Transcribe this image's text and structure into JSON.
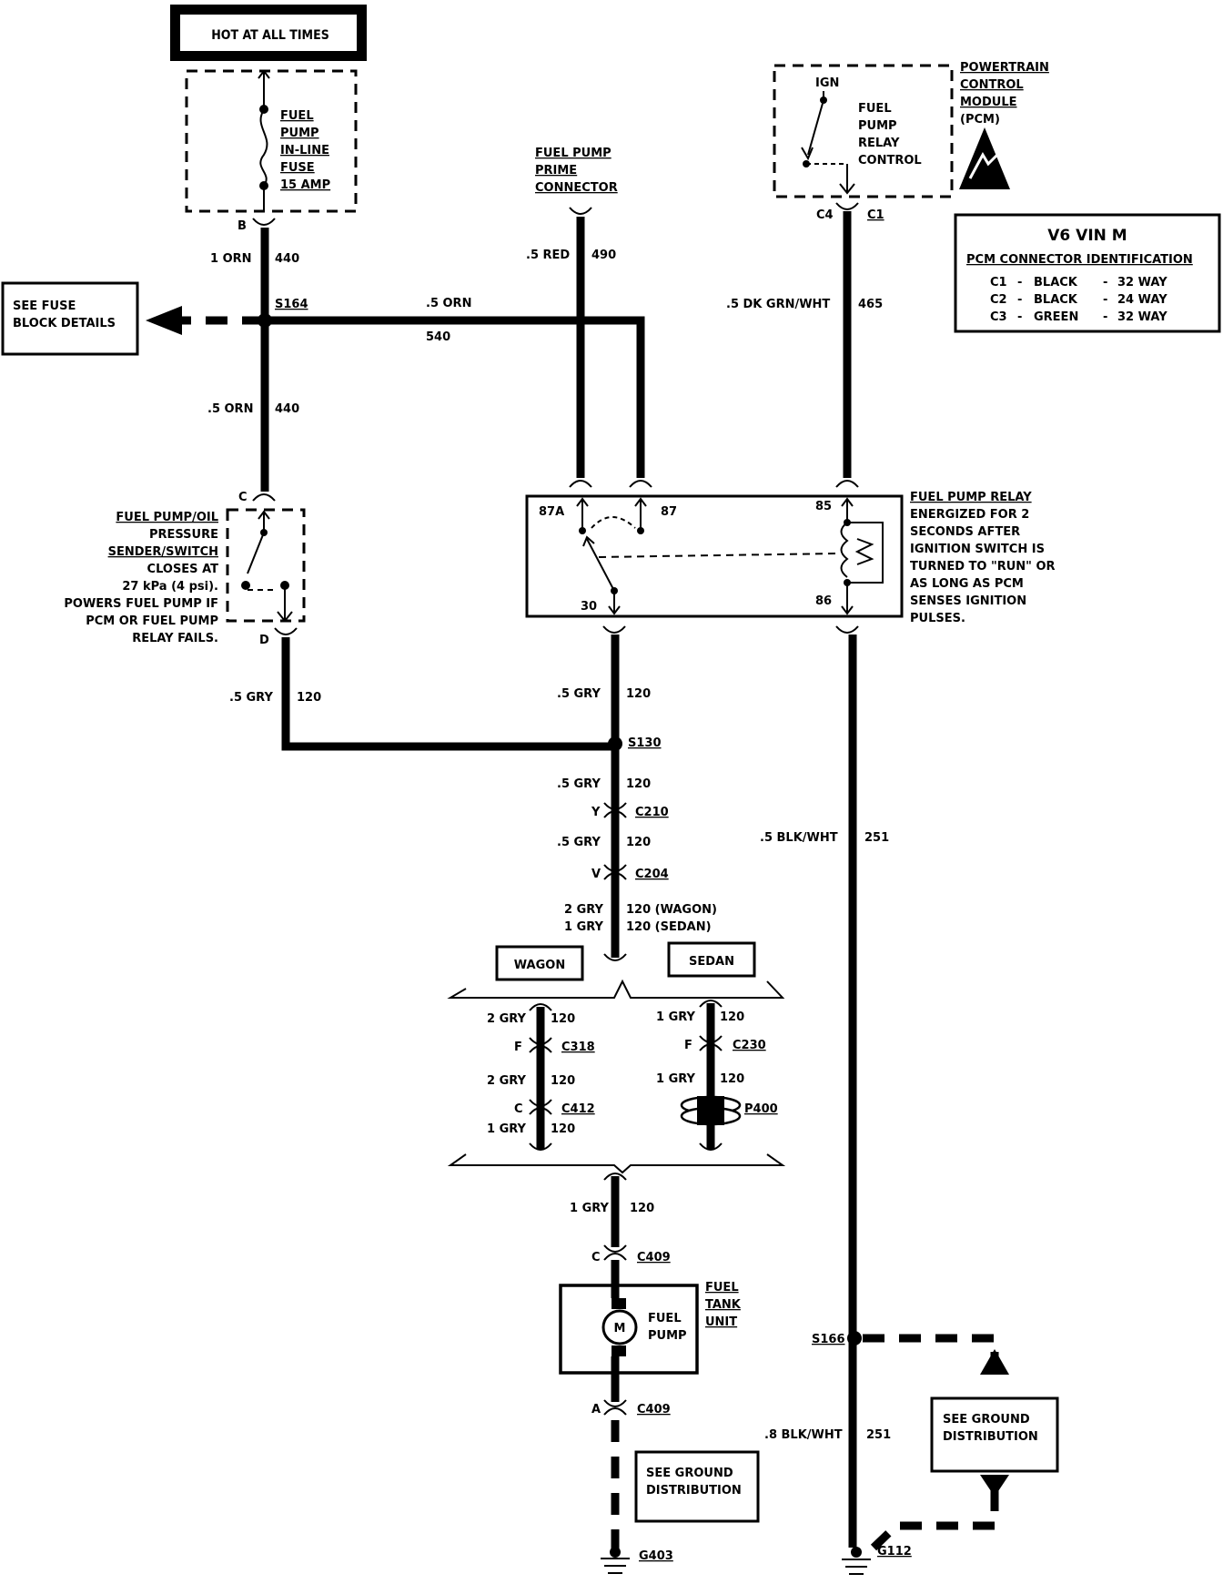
{
  "hot_label": "HOT AT ALL TIMES",
  "fuse": {
    "line1": "FUEL",
    "line2": "PUMP",
    "line3": "IN-LINE",
    "line4": "FUSE",
    "line5": "15 AMP"
  },
  "pcm": {
    "title1": "POWERTRAIN",
    "title2": "CONTROL",
    "title3": "MODULE",
    "title4": "(PCM)",
    "ign": "IGN",
    "ctrl1": "FUEL",
    "ctrl2": "PUMP",
    "ctrl3": "RELAY",
    "ctrl4": "CONTROL",
    "pin_c4": "C4",
    "pin_c1": "C1"
  },
  "pcm_id": {
    "title": "V6  VIN M",
    "subtitle": "PCM CONNECTOR IDENTIFICATION",
    "rows": [
      {
        "c": "C1",
        "color": "BLACK",
        "way": "32 WAY"
      },
      {
        "c": "C2",
        "color": "BLACK",
        "way": "24 WAY"
      },
      {
        "c": "C3",
        "color": "GREEN",
        "way": "32 WAY"
      }
    ],
    "dash": "-"
  },
  "prime": {
    "line1": "FUEL PUMP",
    "line2": "PRIME",
    "line3": "CONNECTOR"
  },
  "fuse_block": {
    "line1": "SEE FUSE",
    "line2": "BLOCK DETAILS"
  },
  "wires": {
    "pin_b": "B",
    "w1_color": "1 ORN",
    "w1_circuit": "440",
    "splice_s164": "S164",
    "w_540_color": ".5 ORN",
    "w_540_circuit": "540",
    "w_440_color": ".5 ORN",
    "w_440_circuit": "440",
    "w_490_color": ".5 RED",
    "w_490_circuit": "490",
    "w_465_color": ".5 DK GRN/WHT",
    "w_465_circuit": "465",
    "pin_c": "C",
    "pin_d": "D",
    "w_120a_color": ".5 GRY",
    "w_120a_circuit": "120",
    "w_120b_color": ".5 GRY",
    "w_120b_circuit": "120",
    "splice_s130": "S130",
    "w_120c_color": ".5 GRY",
    "w_120c_circuit": "120",
    "pin_y": "Y",
    "conn_c210": "C210",
    "w_120d_color": ".5 GRY",
    "w_120d_circuit": "120",
    "pin_v": "V",
    "conn_c204": "C204",
    "w_wagon_color": "2 GRY",
    "w_wagon_circuit": "120 (WAGON)",
    "w_sedan_color": "1 GRY",
    "w_sedan_circuit": "120 (SEDAN)",
    "w_251_color": ".5 BLK/WHT",
    "w_251_circuit": "251",
    "w_251b_color": ".8 BLK/WHT",
    "w_251b_circuit": "251",
    "splice_s166": "S166",
    "ground_g112": "G112",
    "ground_g403": "G403"
  },
  "oil_switch": {
    "line1": "FUEL PUMP/OIL",
    "line2": "PRESSURE",
    "line3": "SENDER/SWITCH",
    "line4": "CLOSES AT",
    "line5": "27 kPa (4 psi).",
    "line6": "POWERS FUEL PUMP IF",
    "line7": "PCM OR FUEL PUMP",
    "line8": "RELAY FAILS."
  },
  "relay": {
    "pin_87a": "87A",
    "pin_87": "87",
    "pin_85": "85",
    "pin_30": "30",
    "pin_86": "86",
    "desc1": "FUEL PUMP RELAY",
    "desc2": "ENERGIZED FOR 2",
    "desc3": "SECONDS AFTER",
    "desc4": "IGNITION SWITCH IS",
    "desc5": "TURNED TO \"RUN\" OR",
    "desc6": "AS LONG AS PCM",
    "desc7": "SENSES IGNITION",
    "desc8": "PULSES."
  },
  "wagon": {
    "label": "WAGON",
    "w1_color": "2 GRY",
    "w1_circuit": "120",
    "pin_f": "F",
    "conn_c318": "C318",
    "w2_color": "2 GRY",
    "w2_circuit": "120",
    "pin_c": "C",
    "conn_c412": "C412",
    "w3_color": "1 GRY",
    "w3_circuit": "120"
  },
  "sedan": {
    "label": "SEDAN",
    "w1_color": "1 GRY",
    "w1_circuit": "120",
    "pin_f": "F",
    "conn_c230": "C230",
    "w2_color": "1 GRY",
    "w2_circuit": "120",
    "conn_p400": "P400"
  },
  "lower": {
    "w_color": "1 GRY",
    "w_circuit": "120",
    "pin_c": "C",
    "conn_c409_top": "C409",
    "motor": "M",
    "pump1": "FUEL",
    "pump2": "PUMP",
    "unit1": "FUEL",
    "unit2": "TANK",
    "unit3": "UNIT",
    "pin_a": "A",
    "conn_c409_bot": "C409",
    "ground_dist1": "SEE GROUND",
    "ground_dist2": "DISTRIBUTION",
    "ground_dist_r1": "SEE GROUND",
    "ground_dist_r2": "DISTRIBUTION"
  }
}
